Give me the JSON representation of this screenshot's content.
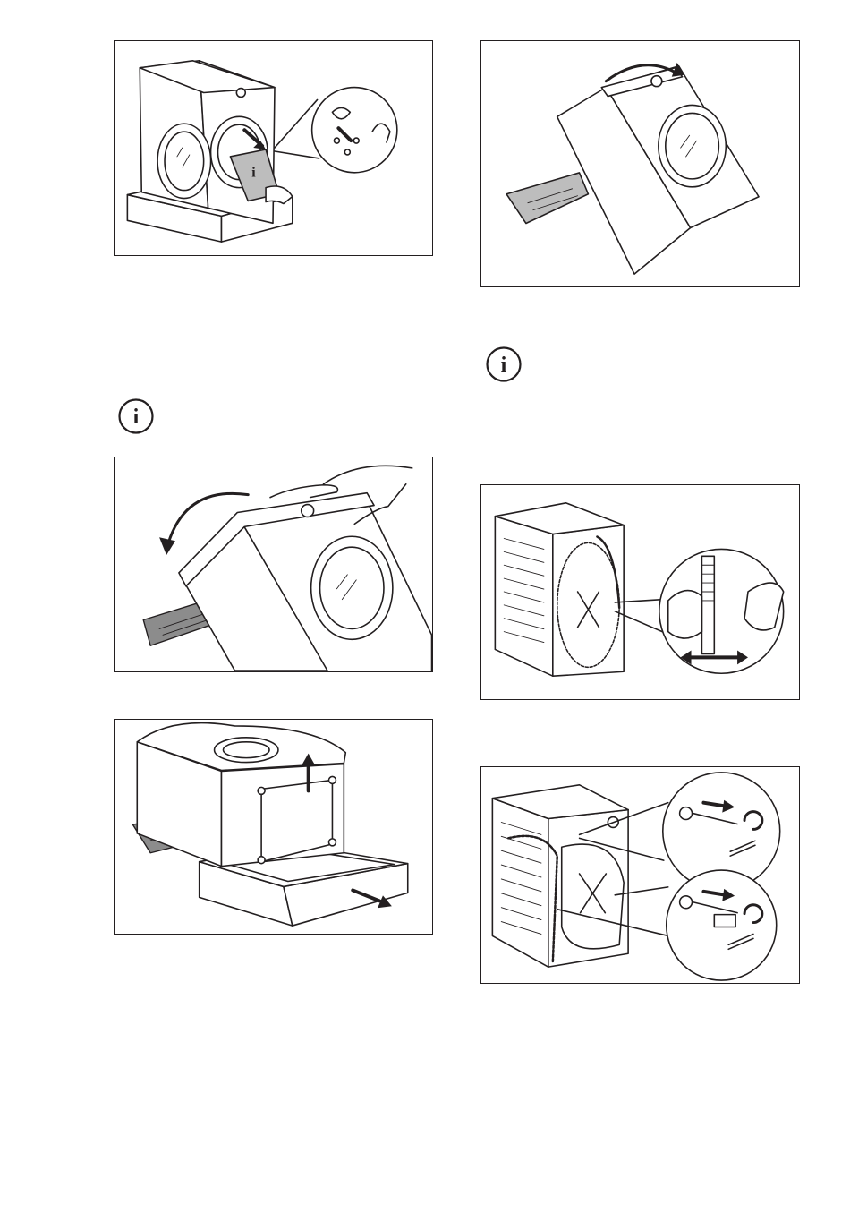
{
  "page": {
    "columns": 2
  },
  "icons": {
    "info": "info-icon",
    "info_glyph": "i"
  },
  "figures": [
    {
      "id": "fig-open-door-remove-packaging"
    },
    {
      "id": "fig-tilt-backward"
    },
    {
      "id": "fig-lay-down-backward"
    },
    {
      "id": "fig-remove-base"
    },
    {
      "id": "fig-remove-hose-clamps"
    },
    {
      "id": "fig-remove-transit-bolts"
    }
  ],
  "colors": {
    "line": "#231f20",
    "shade": "#bdbdbd",
    "background": "#ffffff"
  }
}
